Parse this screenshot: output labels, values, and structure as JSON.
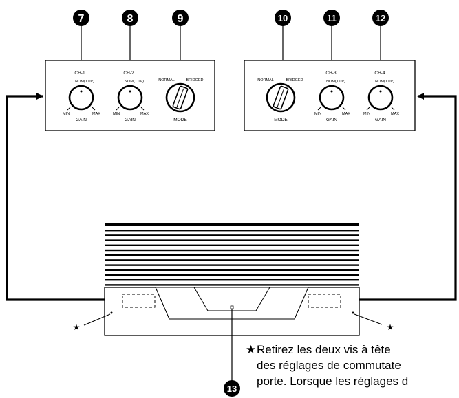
{
  "callouts": {
    "c7": "7",
    "c8": "8",
    "c9": "9",
    "c10": "10",
    "c11": "11",
    "c12": "12",
    "c13": "13"
  },
  "left_panel": {
    "ch1": {
      "name": "CH-1",
      "nom": "NOM(1.0V)",
      "min": "MIN",
      "max": "MAX",
      "gain": "GAIN"
    },
    "ch2": {
      "name": "CH-2",
      "nom": "NOM(1.0V)",
      "min": "MIN",
      "max": "MAX",
      "gain": "GAIN"
    },
    "mode": {
      "normal": "NORMAL",
      "bridged": "BRIDGED",
      "label": "MODE"
    }
  },
  "right_panel": {
    "mode": {
      "normal": "NORMAL",
      "bridged": "BRIDGED",
      "label": "MODE"
    },
    "ch3": {
      "name": "CH-3",
      "nom": "NOM(1.0V)",
      "min": "MIN",
      "max": "MAX",
      "gain": "GAIN"
    },
    "ch4": {
      "name": "CH-4",
      "nom": "NOM(1.0V)",
      "min": "MIN",
      "max": "MAX",
      "gain": "GAIN"
    }
  },
  "stars": {
    "left": "★",
    "right": "★"
  },
  "note": {
    "star": "★",
    "line1": "Retirez les deux vis à tête",
    "line2": "des réglages de commutate",
    "line3": "porte. Lorsque les réglages d"
  }
}
